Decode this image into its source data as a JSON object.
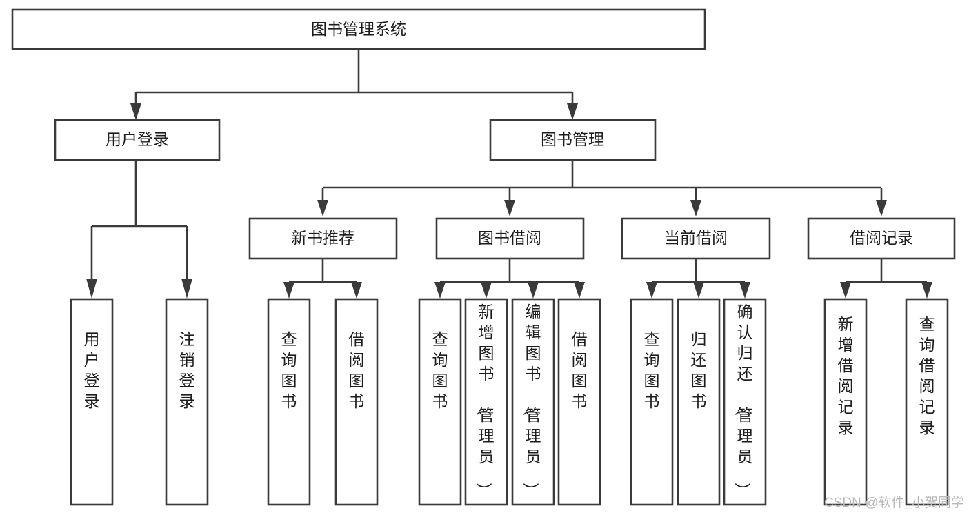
{
  "diagram": {
    "title": "图书管理系统",
    "type": "tree-hierarchy-chart",
    "colors": {
      "stroke": "#3a3a3a",
      "box_fill": "#ffffff",
      "text": "#1d1d1d",
      "background": "#ffffff",
      "watermark": "#b9b9b9"
    },
    "root": {
      "label": "图书管理系统"
    },
    "level2": [
      {
        "label": "用户登录"
      },
      {
        "label": "图书管理"
      }
    ],
    "level3": [
      {
        "label": "新书推荐"
      },
      {
        "label": "图书借阅"
      },
      {
        "label": "当前借阅"
      },
      {
        "label": "借阅记录"
      }
    ],
    "leaves": {
      "user_login": [
        {
          "label": "用户登录"
        },
        {
          "label": "注销登录"
        }
      ],
      "new_book_recommend": [
        {
          "label": "查询图书"
        },
        {
          "label": "借阅图书"
        }
      ],
      "book_borrow": [
        {
          "label": "查询图书"
        },
        {
          "label": "新增图书（管理员）"
        },
        {
          "label": "编辑图书（管理员）"
        },
        {
          "label": "借阅图书"
        }
      ],
      "current_borrow": [
        {
          "label": "查询图书"
        },
        {
          "label": "归还图书"
        },
        {
          "label": "确认归还（管理员）"
        }
      ],
      "borrow_record": [
        {
          "label": "新增借阅记录"
        },
        {
          "label": "查询借阅记录"
        }
      ]
    }
  },
  "watermark": {
    "text": "CSDN @软件_小贺同学"
  }
}
